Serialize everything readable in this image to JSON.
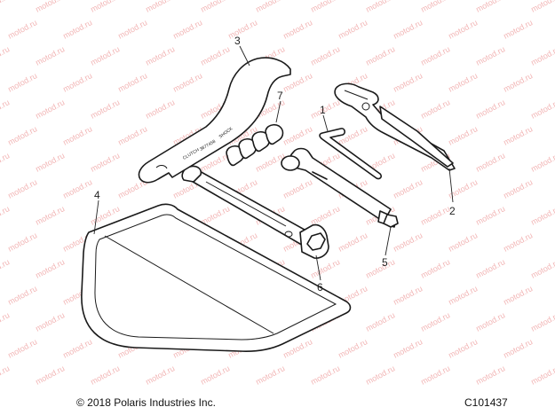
{
  "watermark": {
    "text": "motod.ru",
    "color": "#f2b5b5"
  },
  "callouts": [
    {
      "id": "1",
      "label": "1"
    },
    {
      "id": "2",
      "label": "2"
    },
    {
      "id": "3",
      "label": "3"
    },
    {
      "id": "4",
      "label": "4"
    },
    {
      "id": "5",
      "label": "5"
    },
    {
      "id": "6",
      "label": "6"
    },
    {
      "id": "7",
      "label": "7"
    }
  ],
  "wrench_text": {
    "line1": "SHOCK",
    "line2": "3877458",
    "line3": "CLUTCH"
  },
  "footer": {
    "copyright": "© 2018 Polaris Industries Inc.",
    "code": "C101437"
  }
}
